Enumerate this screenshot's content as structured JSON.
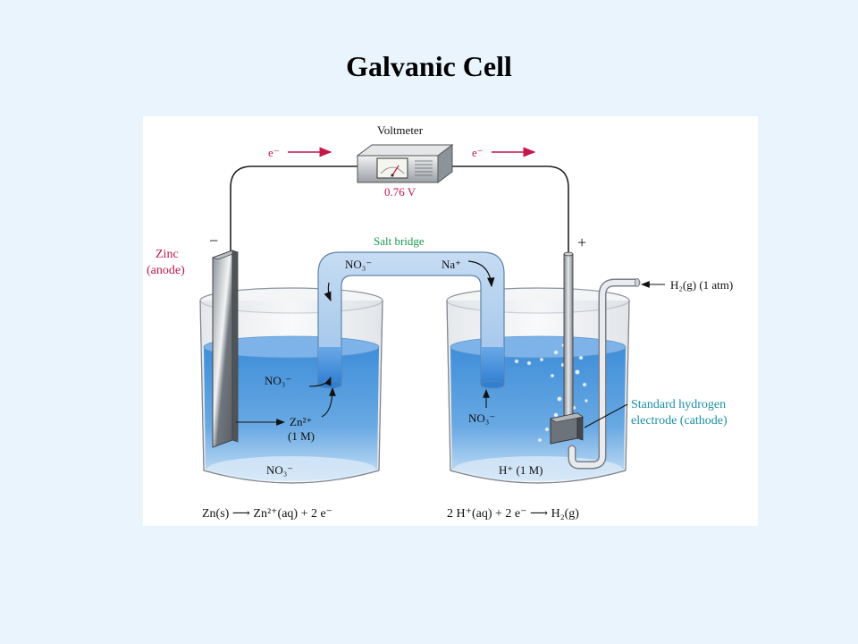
{
  "slide": {
    "title": "Galvanic Cell"
  },
  "diagram": {
    "voltmeter": {
      "label": "Voltmeter",
      "reading": "0.76 V"
    },
    "electron_flow": {
      "left": "e⁻",
      "right": "e⁻"
    },
    "terminals": {
      "negative": "−",
      "positive": "+"
    },
    "anode": {
      "name": "Zinc",
      "role": "(anode)"
    },
    "salt_bridge": {
      "label": "Salt bridge",
      "anion": "NO₃⁻",
      "cation": "Na⁺"
    },
    "left_beaker": {
      "anion_top": "NO₃⁻",
      "cation": "Zn²⁺",
      "concentration": "(1 M)",
      "anion_bottom": "NO₃⁻"
    },
    "right_beaker": {
      "anion": "NO₃⁻",
      "cation": "H⁺ (1 M)"
    },
    "gas_input": "H₂(g) (1 atm)",
    "cathode": {
      "line1": "Standard hydrogen",
      "line2": "electrode (cathode)"
    },
    "half_reactions": {
      "anode": "Zn(s) ⟶ Zn²⁺(aq) + 2 e⁻",
      "cathode": "2 H⁺(aq) + 2 e⁻ ⟶ H₂(g)"
    }
  },
  "colors": {
    "background": "#eaf4fd",
    "solution": "#4a92d8",
    "label_red": "#c4174a",
    "label_green": "#1a9a50",
    "label_teal": "#1b8fa6"
  }
}
